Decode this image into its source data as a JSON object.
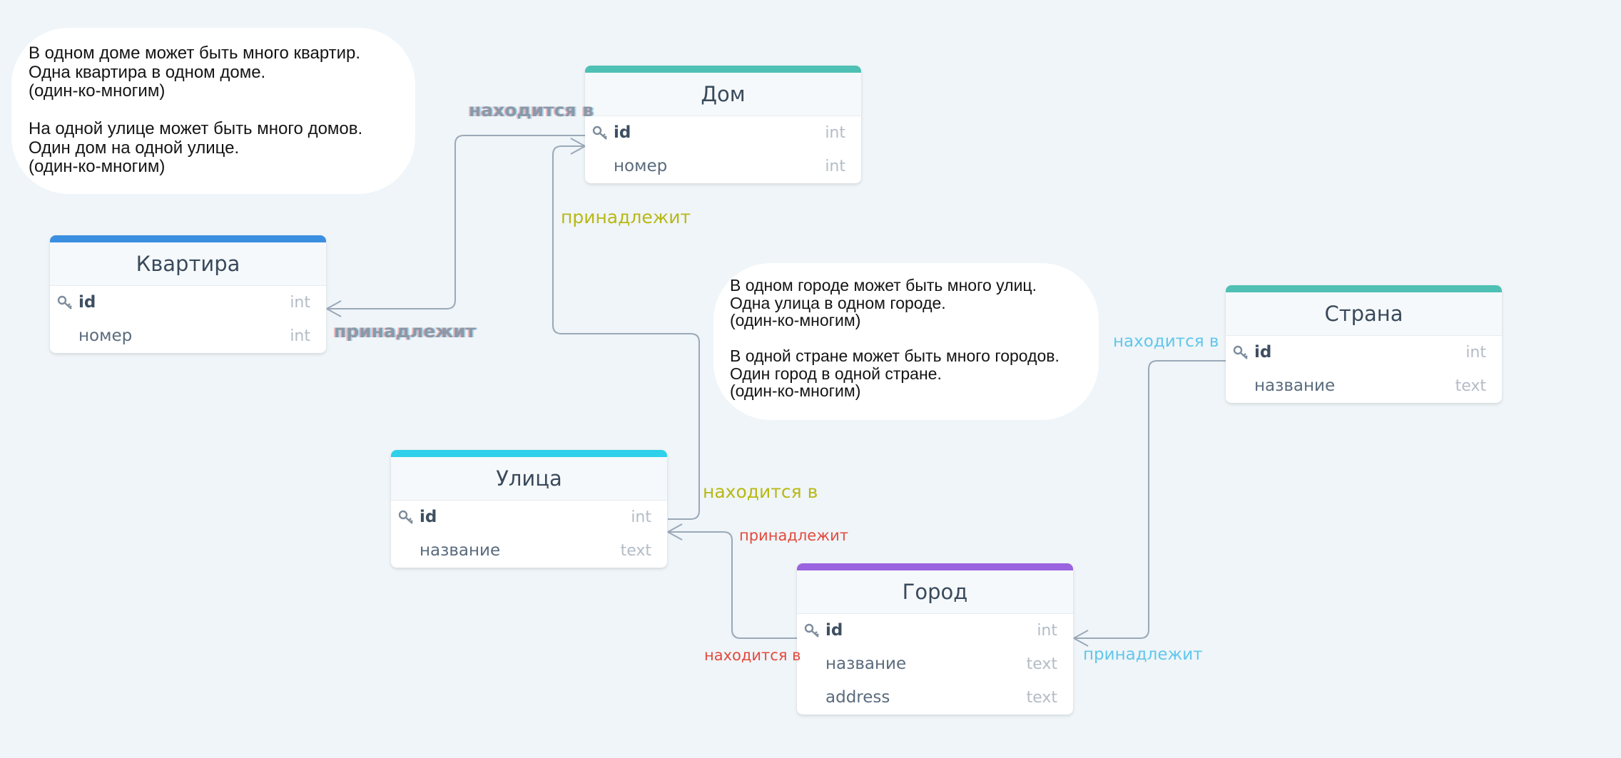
{
  "notes": [
    {
      "lines": [
        "В одном доме может быть много квартир.",
        "Одна квартира в одном доме.",
        "(один-ко-многим)",
        "",
        "На одной улице может быть много домов.",
        "Один дом на одной улице.",
        "(один-ко-многим)"
      ]
    },
    {
      "lines": [
        "В одном городе может быть много улиц.",
        "Одна улица в одном городе.",
        "(один-ко-многим)",
        "",
        "В одной стране может быть много городов.",
        "Один город в одной стране.",
        "(один-ко-многим)"
      ]
    }
  ],
  "tables": {
    "dom": {
      "title": "Дом",
      "color": "#4ec0b4",
      "fields": [
        {
          "name": "id",
          "type": "int",
          "pk": true
        },
        {
          "name": "номер",
          "type": "int",
          "pk": false
        }
      ]
    },
    "kvartira": {
      "title": "Квартира",
      "color": "#3b8fe0",
      "fields": [
        {
          "name": "id",
          "type": "int",
          "pk": true
        },
        {
          "name": "номер",
          "type": "int",
          "pk": false
        }
      ]
    },
    "ulitsa": {
      "title": "Улица",
      "color": "#2ed0ea",
      "fields": [
        {
          "name": "id",
          "type": "int",
          "pk": true
        },
        {
          "name": "название",
          "type": "text",
          "pk": false
        }
      ]
    },
    "strana": {
      "title": "Страна",
      "color": "#4ec0b4",
      "fields": [
        {
          "name": "id",
          "type": "int",
          "pk": true
        },
        {
          "name": "название",
          "type": "text",
          "pk": false
        }
      ]
    },
    "gorod": {
      "title": "Город",
      "color": "#9a63df",
      "fields": [
        {
          "name": "id",
          "type": "int",
          "pk": true
        },
        {
          "name": "название",
          "type": "text",
          "pk": false
        },
        {
          "name": "address",
          "type": "text",
          "pk": false
        }
      ]
    }
  },
  "labels": {
    "dom_kv_top": "находится в",
    "dom_kv_bottom": "принадлежит",
    "dom_ul_top": "принадлежит",
    "dom_ul_bottom": "находится в",
    "ul_gor_top": "принадлежит",
    "ul_gor_bottom": "находится в",
    "gor_str_top": "находится в",
    "gor_str_bottom": "принадлежит"
  },
  "colors": {
    "connector": "#9aa8b8",
    "olive": "#b8b814",
    "red": "#e34a3e",
    "cyan": "#62c6ec",
    "grey": "#8a99a9"
  }
}
